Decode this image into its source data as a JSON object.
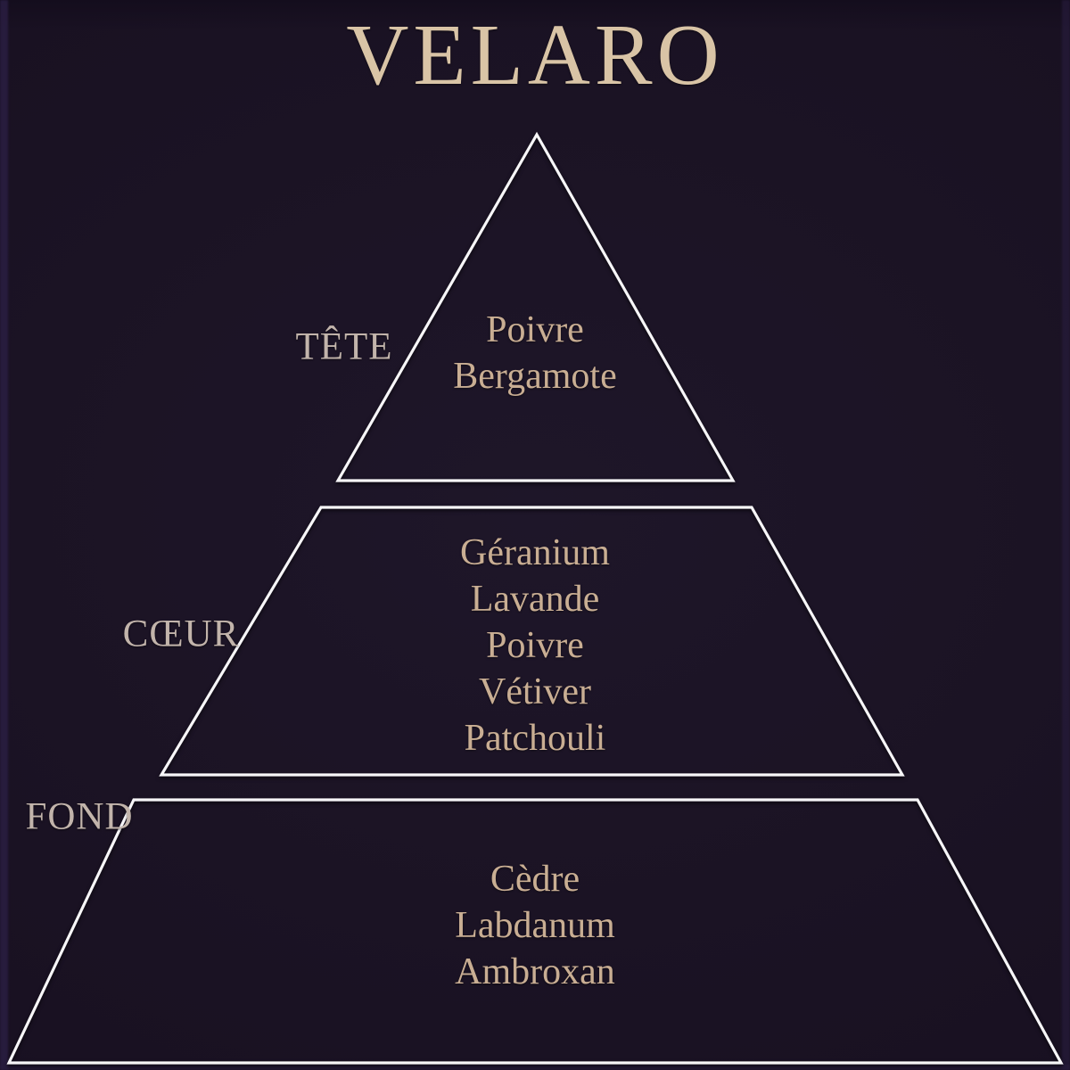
{
  "title": "VELARO",
  "colors": {
    "background": "#1b1324",
    "edge_vignette": "#2a1e42",
    "outline": "#f7f6f8",
    "title_text": "#d9c4a6",
    "tier_label_text": "#c2b4ab",
    "note_text": "#c9ae93"
  },
  "pyramid": {
    "tiers": [
      {
        "id": "tete",
        "label": "TÊTE",
        "notes": [
          "Poivre",
          "Bergamote"
        ]
      },
      {
        "id": "coeur",
        "label": "CŒUR",
        "notes": [
          "Géranium",
          "Lavande",
          "Poivre",
          "Vétiver",
          "Patchouli"
        ]
      },
      {
        "id": "fond",
        "label": "FOND",
        "notes": [
          "Cèdre",
          "Labdanum",
          "Ambroxan"
        ]
      }
    ]
  }
}
